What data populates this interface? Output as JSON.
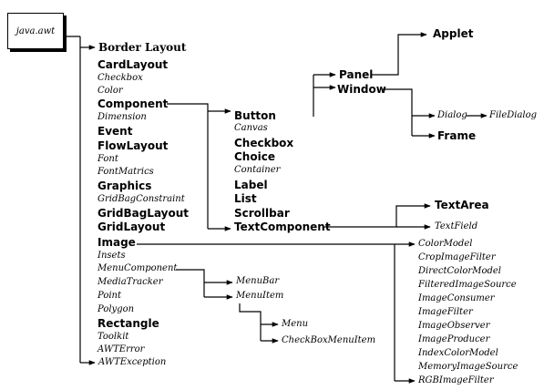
{
  "root": "java.awt",
  "direct": {
    "border_layout": "Border Layout",
    "card_layout": "CardLayout",
    "checkbox": "Checkbox",
    "color": "Color",
    "component": "Component",
    "dimension": "Dimension",
    "event": "Event",
    "flow_layout": "FlowLayout",
    "font": "Font",
    "font_metrics": "FontMatrics",
    "graphics": "Graphics",
    "grid_bag_constraint": "GridBagConstraint",
    "grid_bag_layout": "GridBagLayout",
    "grid_layout": "GridLayout",
    "image": "Image",
    "insets": "Insets",
    "menu_component": "MenuComponent",
    "media_tracker": "MediaTracker",
    "point": "Point",
    "polygon": "Polygon",
    "rectangle": "Rectangle",
    "toolkit": "Toolkit",
    "awt_error": "AWTError",
    "awt_exception": "AWTException"
  },
  "component_children": {
    "button": "Button",
    "canvas": "Canvas",
    "checkbox": "Checkbox",
    "choice": "Choice",
    "container": "Container",
    "label": "Label",
    "list": "List",
    "scrollbar": "Scrollbar",
    "text_component": "TextComponent"
  },
  "container_children": {
    "panel": "Panel",
    "window": "Window"
  },
  "panel_children": {
    "applet": "Applet"
  },
  "window_children": {
    "dialog": "Dialog",
    "file_dialog": "FileDialog",
    "frame": "Frame"
  },
  "text_component_children": {
    "text_area": "TextArea",
    "text_field": "TextField"
  },
  "menu_component_children": {
    "menu_bar": "MenuBar",
    "menu_item": "MenuItem"
  },
  "menu_item_children": {
    "menu": "Menu",
    "checkbox_menu_item": "CheckBoxMenuItem"
  },
  "image_children": {
    "color_model": "ColorModel",
    "crop_image_filter": "CropImageFilter",
    "direct_color_model": "DirectColorModel",
    "filtered_image_source": "FilteredImageSource",
    "image_consumer": "ImageConsumer",
    "image_filter": "ImageFilter",
    "image_observer": "ImageObserver",
    "image_producer": "ImageProducer",
    "index_color_model": "IndexColorModel",
    "memory_image_source": "MemoryImageSource",
    "rgb_image_filter": "RGBImageFilter"
  }
}
